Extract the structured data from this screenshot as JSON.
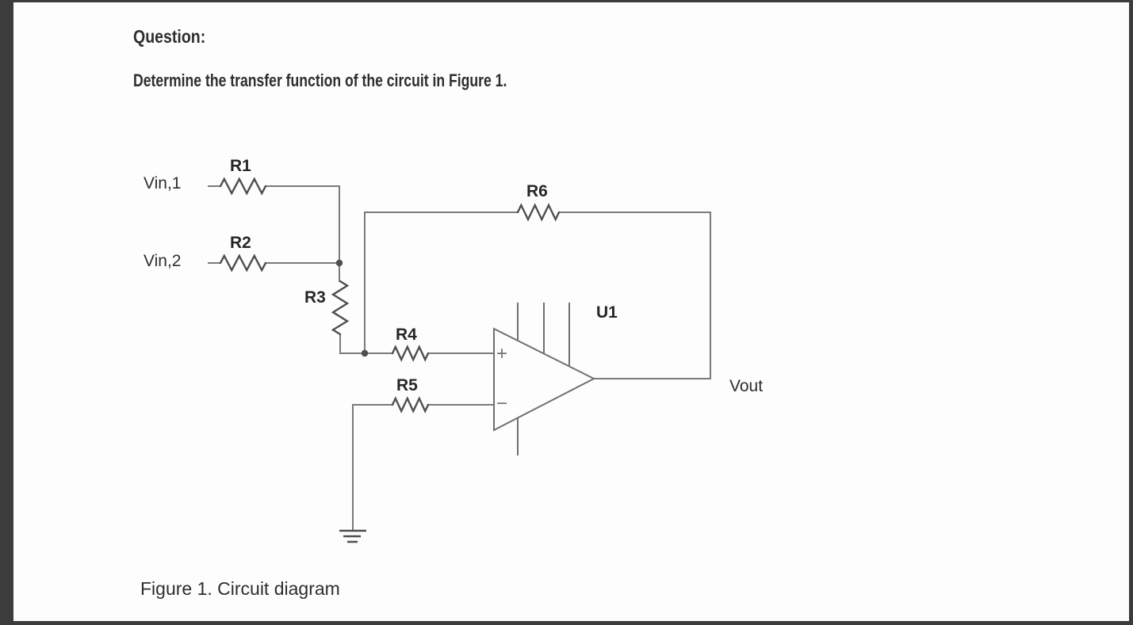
{
  "colors": {
    "frame": "#3c3c3c",
    "paper": "#fdfdfd",
    "wire": "#7a7a7a",
    "component": "#4f4f4f",
    "opamp": "#707070",
    "text": "#2e2e2e",
    "label": "#262626"
  },
  "question": {
    "heading": "Question:",
    "body": "Determine the transfer function of the circuit in Figure 1."
  },
  "figure": {
    "caption": "Figure 1. Circuit diagram",
    "labels": {
      "vin1": "Vin,1",
      "vin2": "Vin,2",
      "r1": "R1",
      "r2": "R2",
      "r3": "R3",
      "r4": "R4",
      "r5": "R5",
      "r6": "R6",
      "u1": "U1",
      "vout": "Vout",
      "opamp_plus": "+",
      "opamp_minus": "−"
    }
  }
}
